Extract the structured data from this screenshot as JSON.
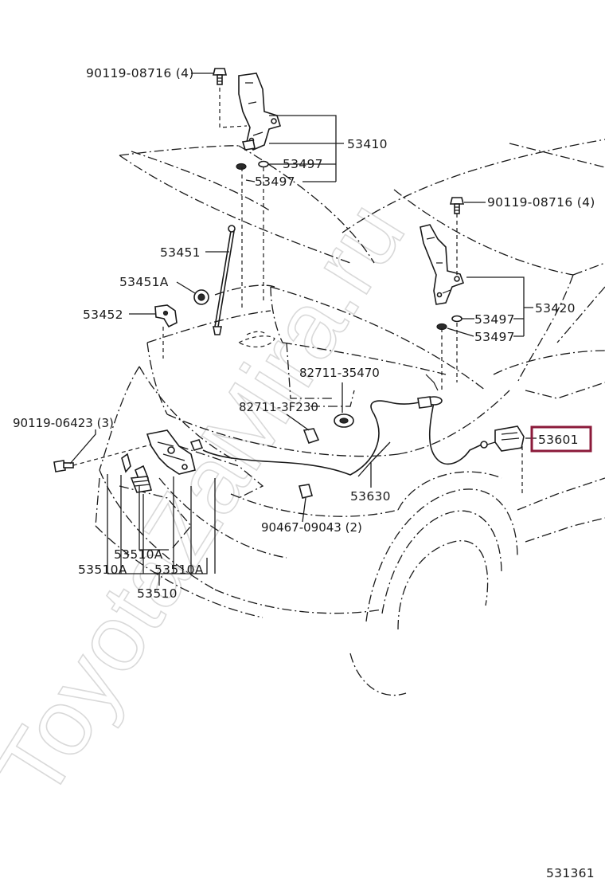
{
  "diagram_id": "531361",
  "watermark": "ToyotaZaMira.ru",
  "highlight_color": "#8b1a3a",
  "labels": {
    "bolt_hinge_left": "90119-08716 (4)",
    "bolt_hinge_right": "90119-08716 (4)",
    "hinge_left": "53410",
    "hinge_right": "53420",
    "washer_l1": "53497",
    "washer_l2": "53497",
    "washer_r1": "53497",
    "washer_r2": "53497",
    "support_rod": "53451",
    "rod_grommet": "53451A",
    "rod_holder": "53452",
    "clamp_a": "82711-35470",
    "clamp_b": "82711-3F230",
    "bolt_lock": "90119-06423 (3)",
    "cable": "53630",
    "clip": "90467-09043 (2)",
    "release_lever": "53601",
    "cushion_1": "53510A",
    "cushion_2": "53510A",
    "cushion_3": "53510A",
    "lock_assy": "53510"
  }
}
